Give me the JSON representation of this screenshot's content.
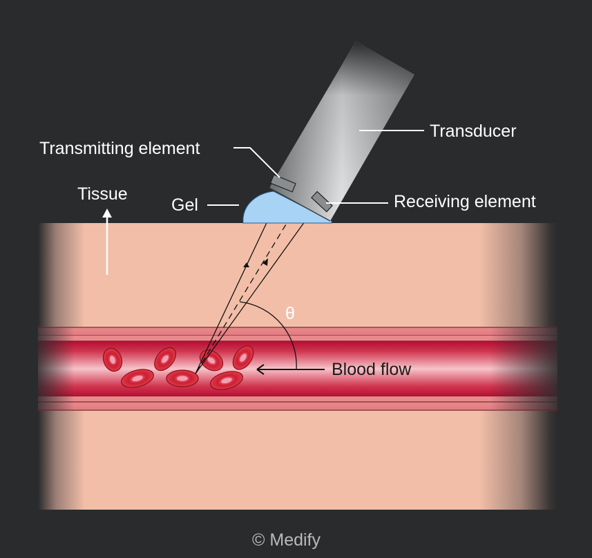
{
  "labels": {
    "transducer": "Transducer",
    "transmitting_element": "Transmitting element",
    "receiving_element": "Receiving element",
    "gel": "Gel",
    "tissue": "Tissue",
    "theta": "θ",
    "blood_flow": "Blood flow"
  },
  "footer": {
    "copyright": "© Medify"
  },
  "colors": {
    "background": "#2a2b2d",
    "tissue": "#f2bea8",
    "vessel_dark": "#c2123a",
    "vessel_light": "#f5b7c0",
    "red_cell": "#d52b3a",
    "gel": "#a9d3f5",
    "transducer": "#c9cbcd"
  }
}
